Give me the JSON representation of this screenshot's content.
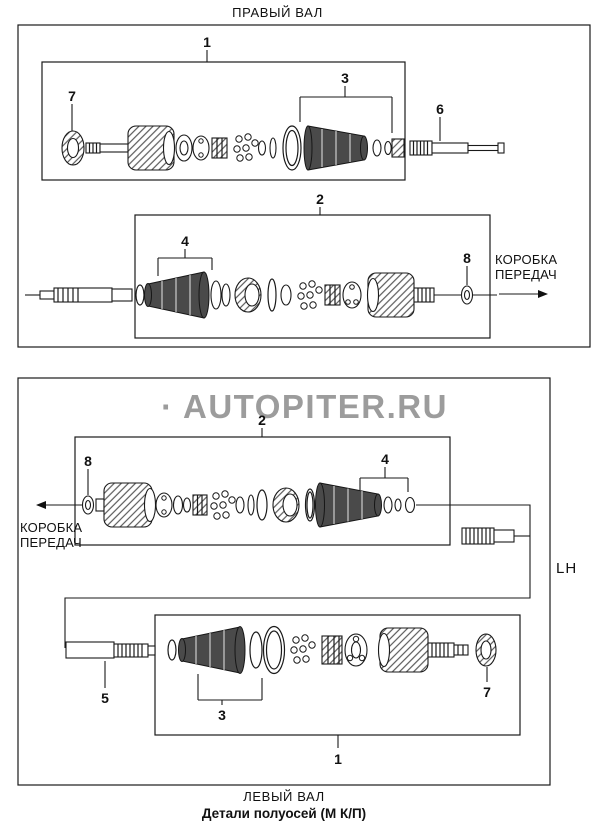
{
  "titles": {
    "top": "ПРАВЫЙ ВАЛ",
    "bottom": "ЛЕВЫЙ ВАЛ",
    "caption": "Детали полуосей (М К/П)"
  },
  "watermark": "· AUTOPITER.RU",
  "right_shaft": {
    "callouts": {
      "c1": "1",
      "c2": "2",
      "c3": "3",
      "c4": "4",
      "c6": "6",
      "c7": "7",
      "c8": "8"
    },
    "gearbox": "КОРОБКА\nПЕРЕДАЧ"
  },
  "left_shaft": {
    "callouts": {
      "c1": "1",
      "c2": "2",
      "c3": "3",
      "c4": "4",
      "c5": "5",
      "c7": "7",
      "c8": "8"
    },
    "gearbox": "КОРОБКА\nПЕРЕДАЧ",
    "side": "LH"
  }
}
